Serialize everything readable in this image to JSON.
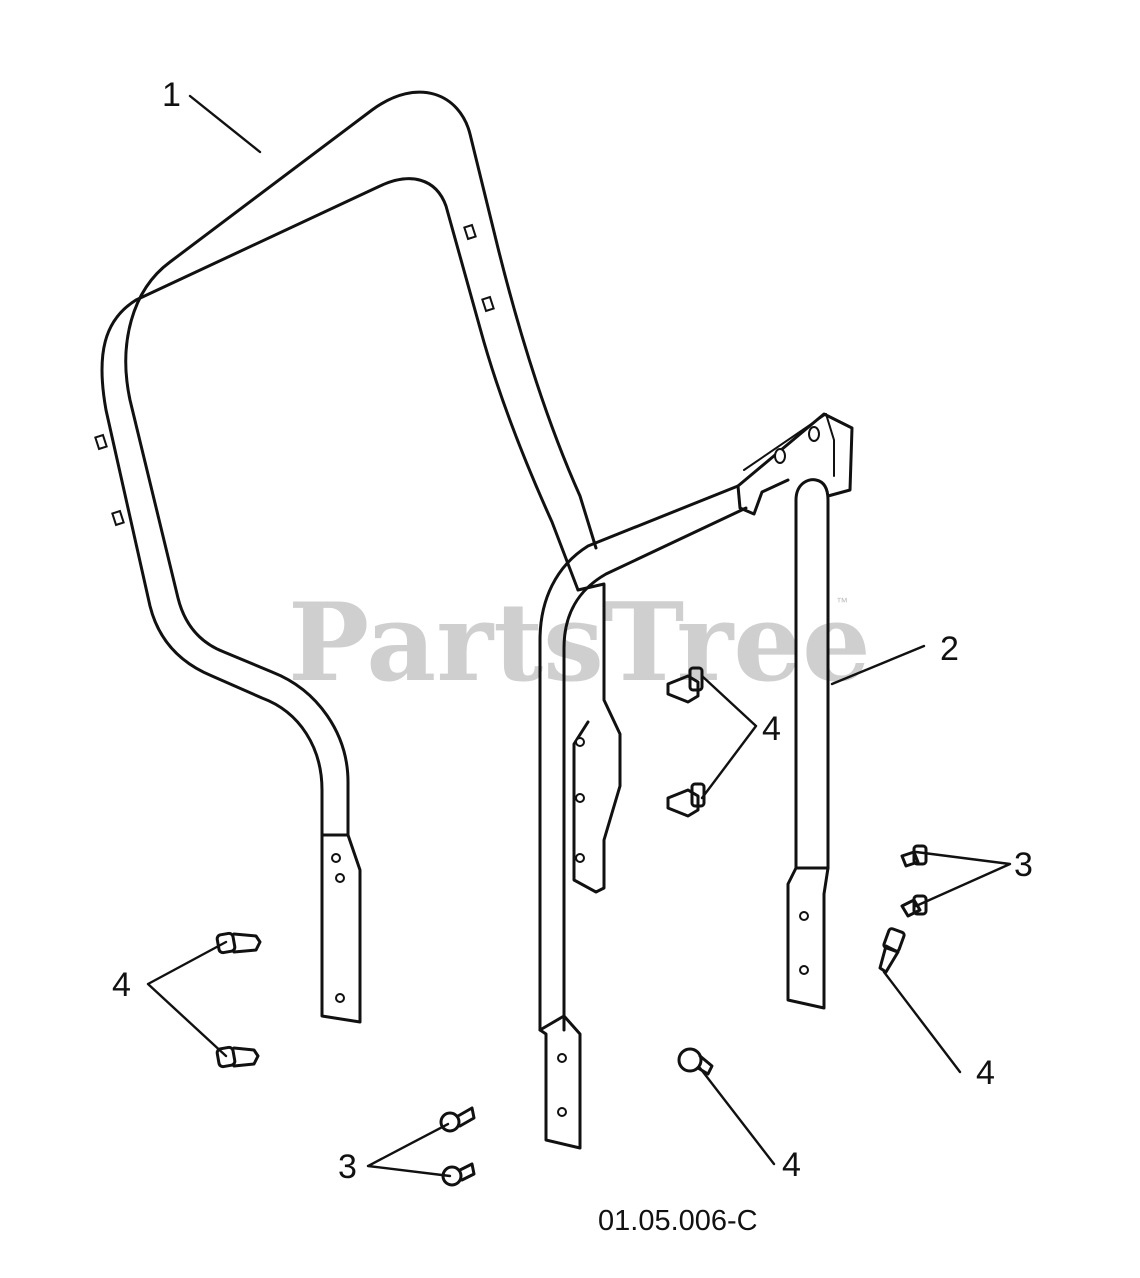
{
  "watermark": {
    "text": "PartsTree",
    "mark": "™"
  },
  "diagram_code": "01.05.006-C",
  "callouts": {
    "part_1": "1",
    "part_2": "2",
    "part_3_right": "3",
    "part_3_left": "3",
    "part_4_left": "4",
    "part_4_center_upper": "4",
    "part_4_center_lower": "4",
    "part_4_right": "4"
  },
  "colors": {
    "line": "#111111",
    "watermark": "#cfcfcf",
    "background": "#ffffff"
  }
}
